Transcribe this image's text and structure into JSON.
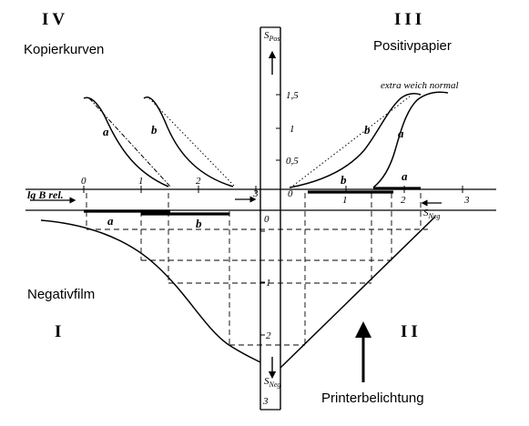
{
  "quadrants": {
    "q1": "I",
    "q2": "II",
    "q3": "III",
    "q4": "IV"
  },
  "labels": {
    "kopierkurven": "Kopierkurven",
    "positivpapier": "Positivpapier",
    "negativfilm": "Negativfilm",
    "printerbelichtung": "Printerbelichtung",
    "paper_grades": "extra weich normal",
    "lgB_axis": "lg B rel.",
    "s_pos": "S",
    "s_pos_sub": "Pos",
    "s_neg": "S",
    "s_neg_sub": "Neg",
    "curve_a": "a",
    "curve_b": "b"
  },
  "ticks": {
    "vertical_up": [
      "0,5",
      "1",
      "1,5"
    ],
    "vertical_down": [
      "0",
      "1",
      "2",
      "3"
    ],
    "lgB": [
      "0",
      "1",
      "2",
      "3"
    ],
    "s_neg_right": [
      "0",
      "1",
      "2",
      "3"
    ]
  }
}
